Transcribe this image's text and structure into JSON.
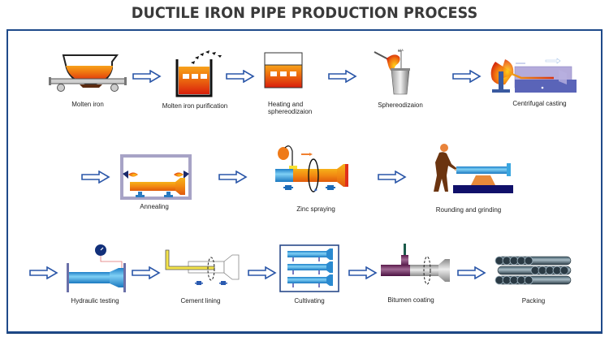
{
  "title": "DUCTILE IRON PIPE PRODUCTION PROCESS",
  "colors": {
    "frame": "#1f4a8a",
    "arrow": "#2a56a8",
    "molten_orange": "#f07a10",
    "molten_red": "#d9200c",
    "pipe_blue": "#3aa6e0",
    "title_text": "#3a3a3a"
  },
  "steps": [
    {
      "id": 1,
      "label": "Molten iron",
      "icon": "ladle-cart-icon"
    },
    {
      "id": 2,
      "label": "Molten iron purification",
      "icon": "purification-tank-icon"
    },
    {
      "id": 3,
      "label_line1": "Heating and",
      "label_line2": "sphereodizaion",
      "icon": "heating-furnace-icon"
    },
    {
      "id": 4,
      "label": "Sphereodizaion",
      "icon": "pouring-bucket-icon"
    },
    {
      "id": 5,
      "label": "Centrifugal casting",
      "icon": "centrifugal-caster-icon"
    },
    {
      "id": 6,
      "label": "Annealing",
      "icon": "annealing-furnace-icon"
    },
    {
      "id": 7,
      "label": "Zinc spraying",
      "icon": "zinc-spray-icon"
    },
    {
      "id": 8,
      "label": "Rounding and grinding",
      "icon": "grinding-worker-icon"
    },
    {
      "id": 9,
      "label": "Hydraulic testing",
      "icon": "hydraulic-test-icon"
    },
    {
      "id": 10,
      "label": "Cement lining",
      "icon": "cement-lining-icon"
    },
    {
      "id": 11,
      "label": "Cultivating",
      "icon": "cultivating-rack-icon"
    },
    {
      "id": 12,
      "label": "Bitumen coating",
      "icon": "bitumen-coating-icon"
    },
    {
      "id": 13,
      "label": "Packing",
      "icon": "pipe-stack-icon"
    }
  ]
}
